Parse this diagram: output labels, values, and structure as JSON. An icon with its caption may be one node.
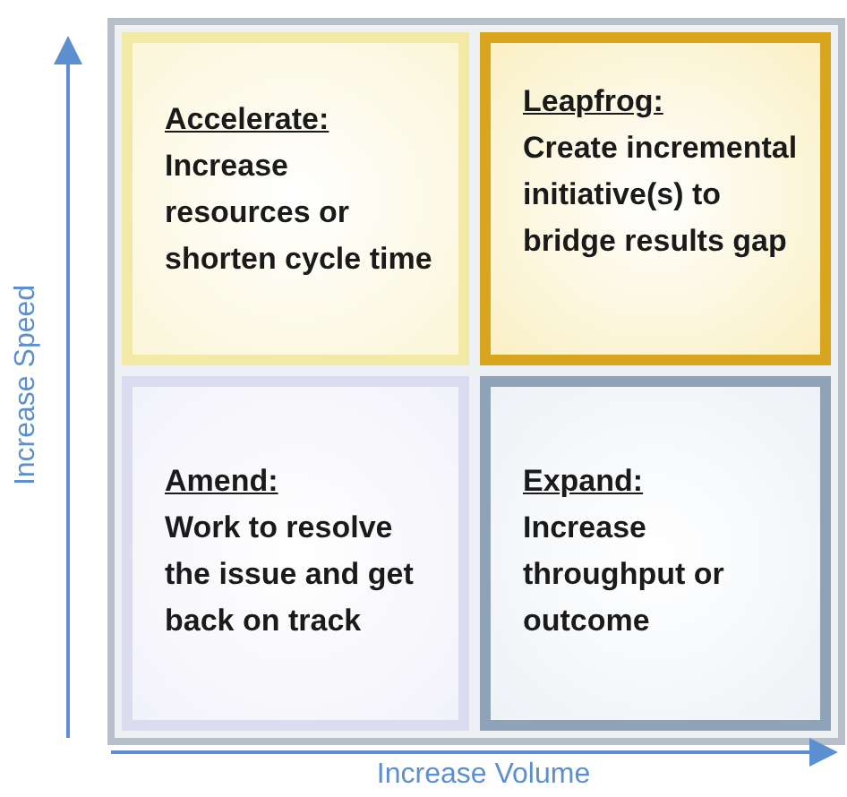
{
  "diagram": {
    "nodes": [
      {
        "text": [
          "Accelerate:",
          "Increase resources or shorten cycle time"
        ]
      },
      {
        "text": [
          "Leapfrog:",
          "Create incremental initiative(s) to bridge results gap"
        ]
      },
      {
        "text": [
          "Amend:",
          "Work to resolve the issue and get back on track"
        ]
      },
      {
        "text": [
          "Expand:",
          "Increase throughput or outcome"
        ]
      }
    ],
    "labels": [
      "Increase Speed",
      "Increase Volume"
    ]
  }
}
